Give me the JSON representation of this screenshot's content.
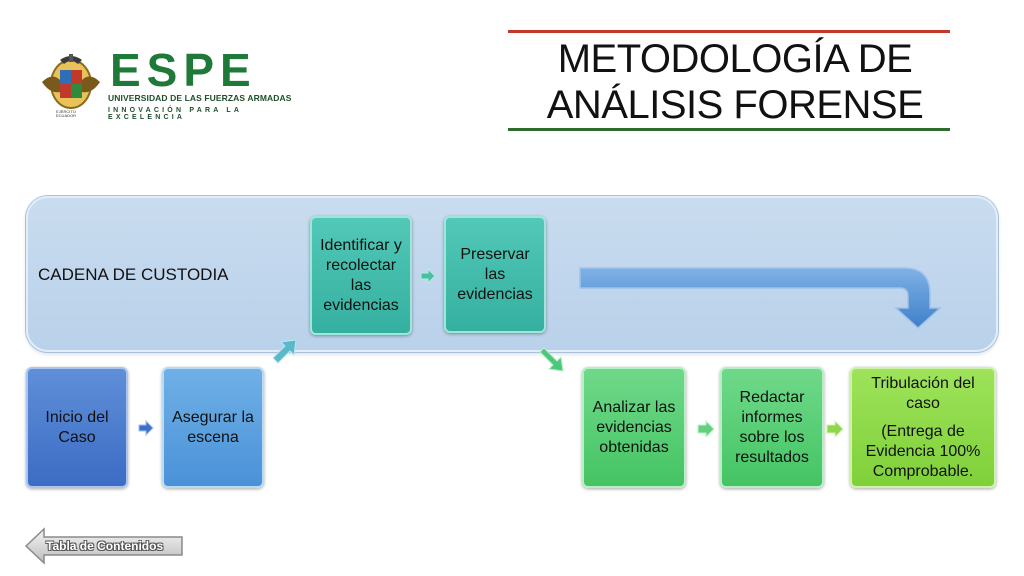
{
  "logo": {
    "brand": "ESPE",
    "subtitle": "UNIVERSIDAD DE LAS FUERZAS ARMADAS",
    "tagline": "INNOVACIÓN PARA LA EXCELENCIA",
    "seal_caption": "EJÉRCITO\nECUADOR"
  },
  "title": "METODOLOGÍA DE ANÁLISIS FORENSE",
  "band_label": "CADENA DE CUSTODIA",
  "steps": [
    "Inicio del Caso",
    "Asegurar la escena",
    "Identificar y recolectar las evidencias",
    "Preservar las evidencias",
    "Analizar las evidencias obtenidas",
    "Redactar informes sobre los resultados"
  ],
  "final_step": {
    "line1": "Tribulación del caso",
    "line2": "(Entrega de Evidencia 100% Comprobable."
  },
  "nav": {
    "label": "Tabla de Contenidos"
  },
  "colors": {
    "title_top_rule": "#c0392b",
    "title_bottom_rule": "#2e6b2e",
    "brand_green": "#1f7a3a"
  }
}
